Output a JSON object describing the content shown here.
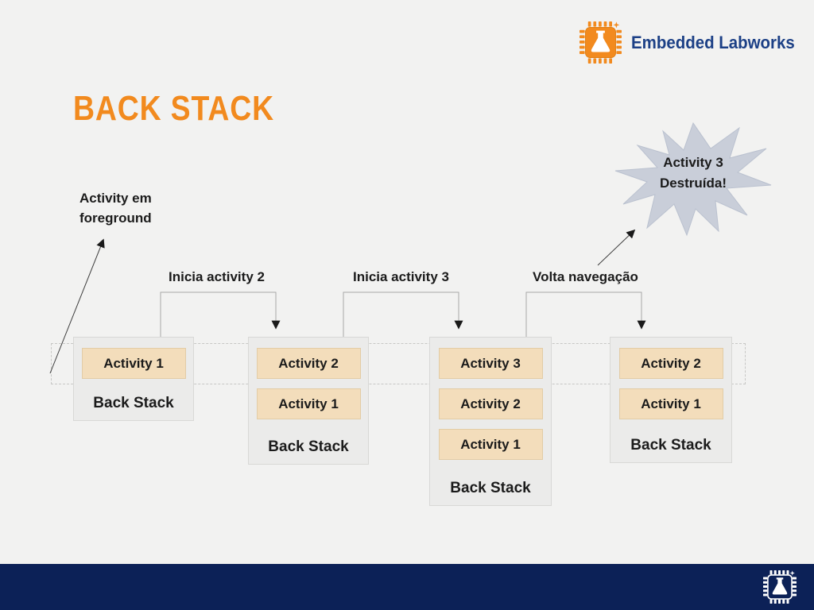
{
  "slide": {
    "title": "BACK STACK"
  },
  "brand": {
    "name": "Embedded Labworks"
  },
  "colors": {
    "background": "#f2f2f1",
    "footer_navy": "#0c2157",
    "brand_text_navy": "#1c4086",
    "accent_orange": "#f28a1e",
    "activity_fill": "#f3ddbb",
    "activity_border": "#e2cca6",
    "stack_fill": "#ebebea",
    "starburst_fill": "#c9ced9",
    "text": "#1b1b1b"
  },
  "icons": {
    "header_logo": "chip-flask-icon",
    "footer_logo": "chip-flask-icon"
  },
  "annotations": {
    "foreground": [
      "Activity em",
      "foreground"
    ],
    "destroyed": [
      "Activity 3",
      "Destruída!"
    ]
  },
  "transitions": [
    "Inicia activity 2",
    "Inicia activity 3",
    "Volta navegação"
  ],
  "stacks": [
    {
      "label": "Back Stack",
      "activities": [
        "Activity 1"
      ]
    },
    {
      "label": "Back Stack",
      "activities": [
        "Activity 2",
        "Activity 1"
      ]
    },
    {
      "label": "Back Stack",
      "activities": [
        "Activity 3",
        "Activity 2",
        "Activity 1"
      ]
    },
    {
      "label": "Back Stack",
      "activities": [
        "Activity 2",
        "Activity 1"
      ]
    }
  ]
}
